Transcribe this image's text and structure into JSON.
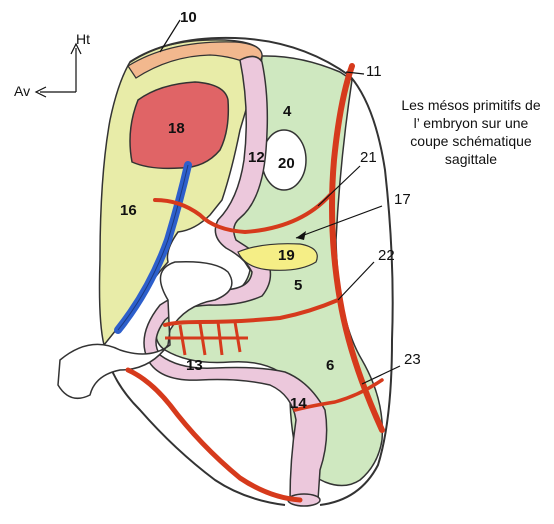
{
  "caption": {
    "line1": "Les mésos primitifs de",
    "line2": "l’ embryon sur une",
    "line3": "coupe schématique",
    "line4": "sagittale"
  },
  "axes": {
    "up": "Ht",
    "left": "Av"
  },
  "labels": {
    "n4": "4",
    "n5": "5",
    "n6": "6",
    "n10": "10",
    "n11": "11",
    "n12": "12",
    "n13": "13",
    "n14": "14",
    "n16": "16",
    "n17": "17",
    "n18": "18",
    "n19": "19",
    "n20": "20",
    "n21": "21",
    "n22": "22",
    "n23": "23"
  },
  "colors": {
    "ventral_mesentery": "#e8eca8",
    "dorsal_mesentery": "#cfe8c0",
    "gut": "#ecc8dc",
    "liver": "#e06466",
    "artery": "#d63a1c",
    "vein": "#2d5fcc",
    "septum": "#f2b88e",
    "pancreas": "#f5ee86"
  }
}
